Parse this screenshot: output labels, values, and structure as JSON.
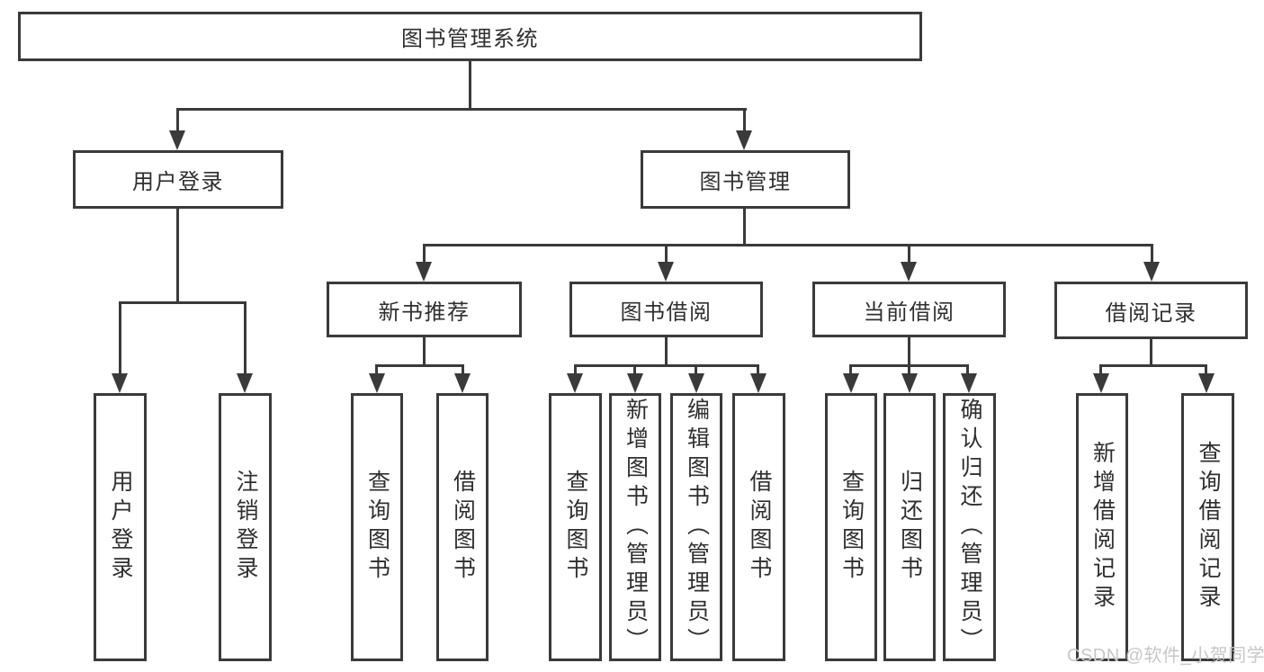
{
  "tree": {
    "label": "图书管理系统",
    "children": [
      {
        "label": "用户登录",
        "children": [
          {
            "label": "用户登录"
          },
          {
            "label": "注销登录"
          }
        ]
      },
      {
        "label": "图书管理",
        "children": [
          {
            "label": "新书推荐",
            "children": [
              {
                "label": "查询图书"
              },
              {
                "label": "借阅图书"
              }
            ]
          },
          {
            "label": "图书借阅",
            "children": [
              {
                "label": "查询图书"
              },
              {
                "label": "新增图书（管理员）"
              },
              {
                "label": "编辑图书（管理员）"
              },
              {
                "label": "借阅图书"
              }
            ]
          },
          {
            "label": "当前借阅",
            "children": [
              {
                "label": "查询图书"
              },
              {
                "label": "归还图书"
              },
              {
                "label": "确认归还（管理员）"
              }
            ]
          },
          {
            "label": "借阅记录",
            "children": [
              {
                "label": "新增借阅记录"
              },
              {
                "label": "查询借阅记录"
              }
            ]
          }
        ]
      }
    ]
  },
  "watermark": {
    "text": "CSDN @软件_小贺同学"
  },
  "colors": {
    "line": "#3a3a3a",
    "text": "#2f2f2f",
    "watermark": "#c7c7c7",
    "background": "#ffffff"
  }
}
